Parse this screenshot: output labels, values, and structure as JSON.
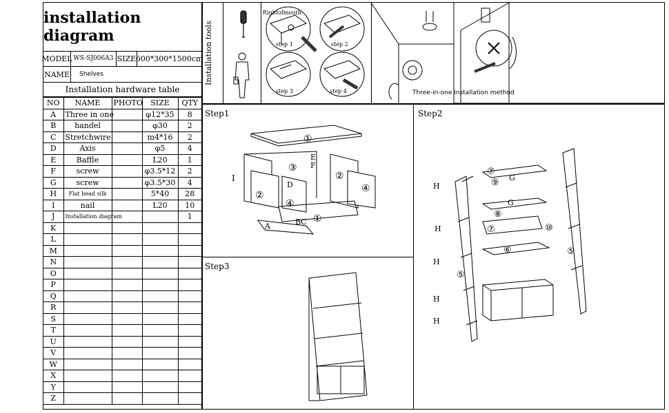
{
  "title": "installation diagram",
  "model": {
    "label": "MODEL",
    "value": "WS-SJ006A3",
    "size_label": "SIZE",
    "size_value": "600*300*1500cm"
  },
  "name": {
    "label": "NAME",
    "value": "Shelves"
  },
  "hardware_table": {
    "title": "Installation hardware table",
    "headers": [
      "NO",
      "NAME",
      "PHOTO",
      "SIZE",
      "QTY"
    ],
    "rows": [
      {
        "no": "A",
        "name": "Three in one",
        "size": "φ12*35",
        "qty": "8"
      },
      {
        "no": "B",
        "name": "handel",
        "size": "φ30",
        "qty": "2"
      },
      {
        "no": "C",
        "name": "Stretchwire",
        "size": "m4*16",
        "qty": "2"
      },
      {
        "no": "D",
        "name": "Axis",
        "size": "φ5",
        "qty": "4"
      },
      {
        "no": "E",
        "name": "Baffle",
        "size": "L20",
        "qty": "1"
      },
      {
        "no": "F",
        "name": "screw",
        "size": "φ3.5*12",
        "qty": "2"
      },
      {
        "no": "G",
        "name": "screw",
        "size": "φ3.5*30",
        "qty": "4"
      },
      {
        "no": "H",
        "name": "Flat head silk",
        "size": "5*40",
        "qty": "28"
      },
      {
        "no": "I",
        "name": "nail",
        "size": "L20",
        "qty": "10"
      },
      {
        "no": "J",
        "name": "Installation diagram",
        "size": "",
        "qty": "1"
      },
      {
        "no": "K",
        "name": "",
        "size": "",
        "qty": ""
      },
      {
        "no": "L",
        "name": "",
        "size": "",
        "qty": ""
      },
      {
        "no": "M",
        "name": "",
        "size": "",
        "qty": ""
      },
      {
        "no": "N",
        "name": "",
        "size": "",
        "qty": ""
      },
      {
        "no": "O",
        "name": "",
        "size": "",
        "qty": ""
      },
      {
        "no": "P",
        "name": "",
        "size": "",
        "qty": ""
      },
      {
        "no": "Q",
        "name": "",
        "size": "",
        "qty": ""
      },
      {
        "no": "R",
        "name": "",
        "size": "",
        "qty": ""
      },
      {
        "no": "S",
        "name": "",
        "size": "",
        "qty": ""
      },
      {
        "no": "T",
        "name": "",
        "size": "",
        "qty": ""
      },
      {
        "no": "U",
        "name": "",
        "size": "",
        "qty": ""
      },
      {
        "no": "V",
        "name": "",
        "size": "",
        "qty": ""
      },
      {
        "no": "W",
        "name": "",
        "size": "",
        "qty": ""
      },
      {
        "no": "X",
        "name": "",
        "size": "",
        "qty": ""
      },
      {
        "no": "Y",
        "name": "",
        "size": "",
        "qty": ""
      },
      {
        "no": "Z",
        "name": "",
        "size": "",
        "qty": ""
      }
    ]
  },
  "tools": {
    "title": "Installation tools",
    "right_of_mouth": "Rightofmouth",
    "steps": [
      "step 1",
      "step 2",
      "step 3",
      "step 4"
    ],
    "method_caption": "Three-in-one installation method"
  },
  "step1": {
    "label": "Step1",
    "markers": [
      "①",
      "③",
      "②",
      "④",
      "①",
      "②",
      "④"
    ],
    "letters": [
      "I",
      "E",
      "F",
      "D",
      "A",
      "B",
      "C"
    ]
  },
  "step2": {
    "label": "Step2",
    "markers": [
      "⑦",
      "⑨",
      "⑧",
      "⑦",
      "⑩",
      "⑥",
      "⑤",
      "⑤"
    ],
    "letters": [
      "G",
      "G",
      "H",
      "H",
      "H",
      "H",
      "H"
    ]
  },
  "step3": {
    "label": "Step3"
  }
}
